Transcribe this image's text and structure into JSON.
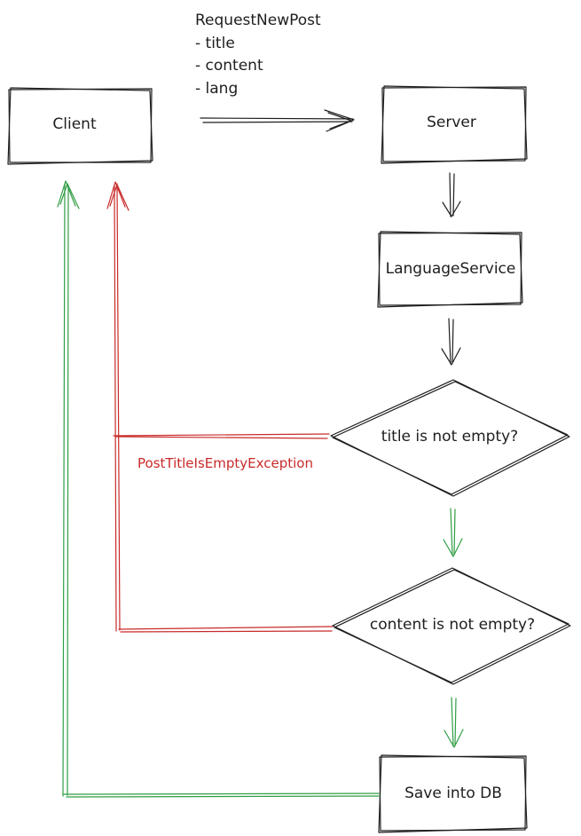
{
  "request": {
    "title": "RequestNewPost",
    "fields": [
      "- title",
      "- content",
      "- lang"
    ]
  },
  "nodes": {
    "client": "Client",
    "server": "Server",
    "language_service": "LanguageService",
    "title_check": "title is not empty?",
    "content_check": "content is not empty?",
    "save": "Save into DB"
  },
  "edges": {
    "title_error": "PostTitleIsEmptyException"
  },
  "colors": {
    "ink": "#1e1e1e",
    "error": "#c92a2a",
    "success": "#2f9e44"
  }
}
